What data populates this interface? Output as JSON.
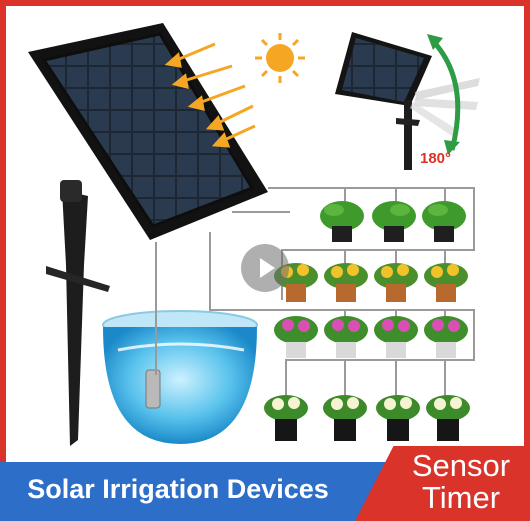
{
  "product": {
    "title": "Solar Irrigation Devices",
    "badge_line1": "Sensor",
    "badge_line2": "Timer",
    "rotation_label": "180°"
  },
  "colors": {
    "brand_blue": "#2d6ec8",
    "accent_red": "#d9332a",
    "sun": "#f5a623",
    "arrow_green": "#2e9b45"
  },
  "icons": [
    "sun-icon",
    "play-icon",
    "rotation-arrow-icon"
  ]
}
